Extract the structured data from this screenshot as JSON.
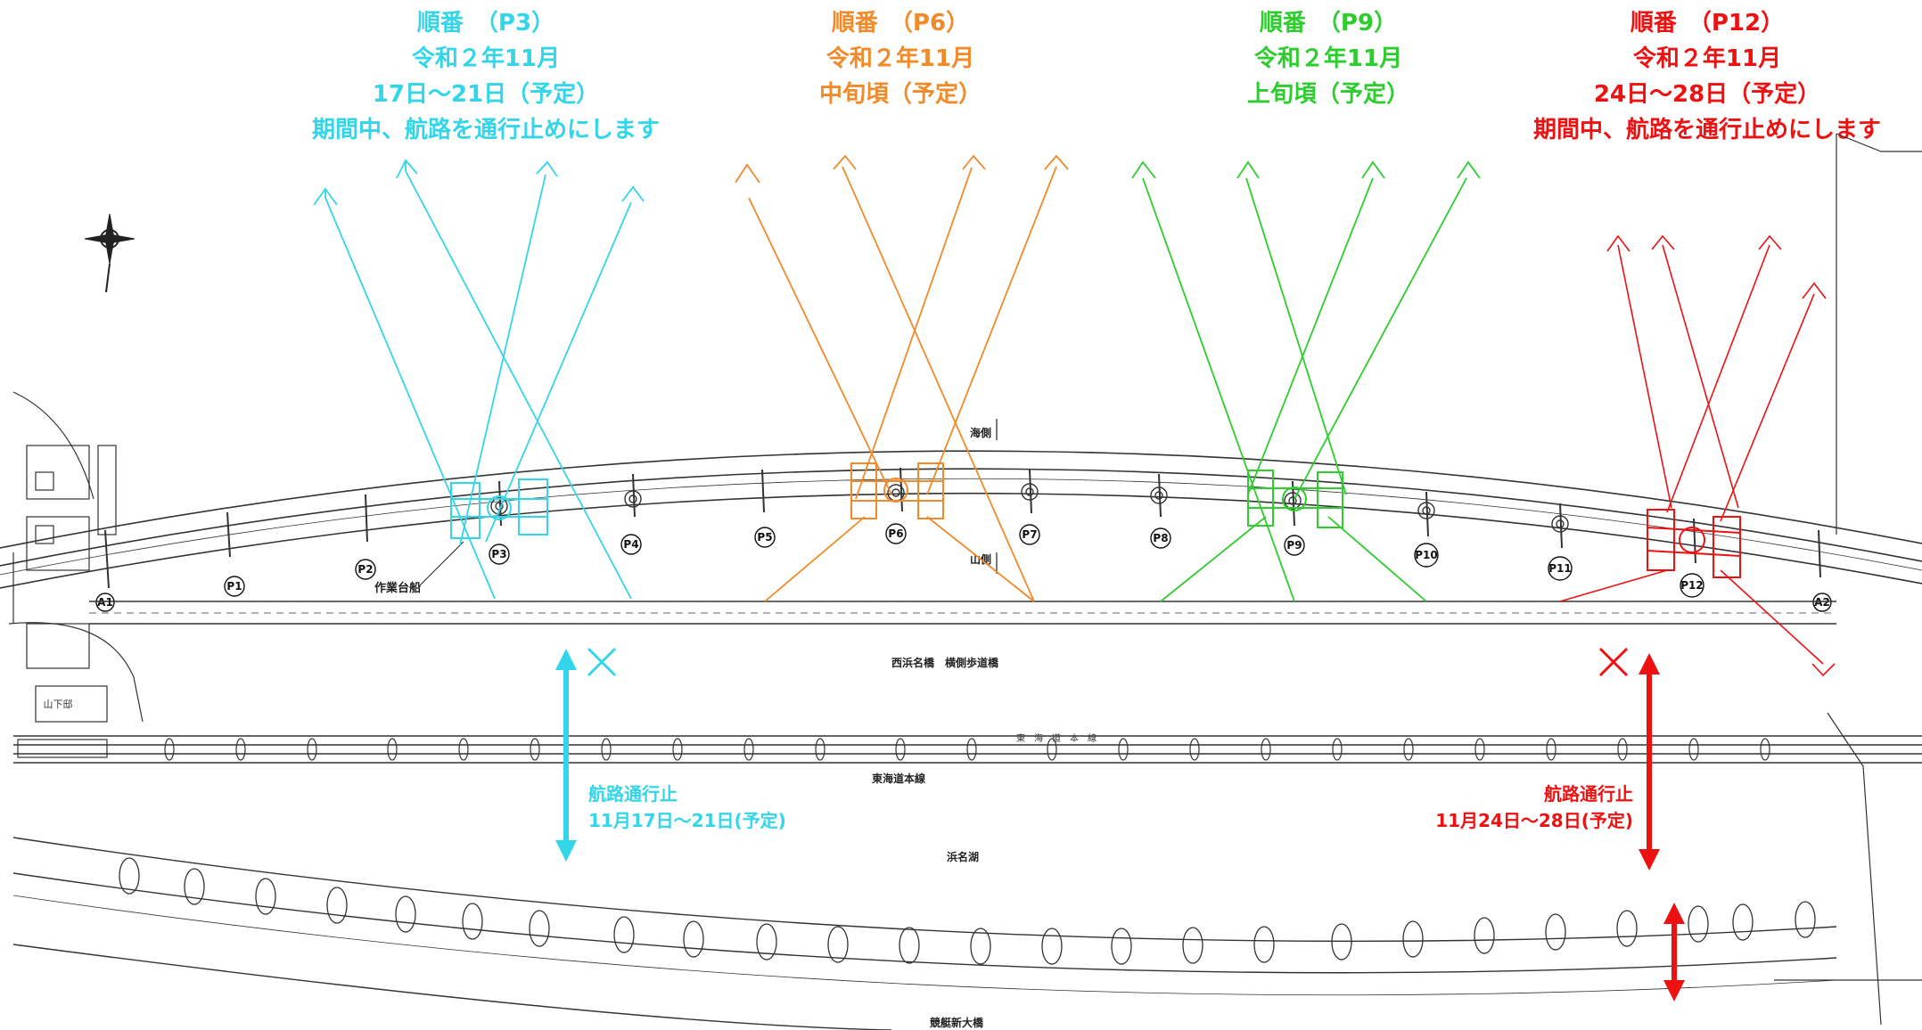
{
  "colors": {
    "p3": "#33d6e8",
    "p6": "#f08a2a",
    "p9": "#2ecc2e",
    "p12": "#ee1111",
    "line": "#222222",
    "background": "#ffffff"
  },
  "schedule": [
    {
      "order": "順番　（P3）",
      "date": "令和２年11月",
      "period": "17日～21日（予定）",
      "note": "期間中、航路を通行止めにします"
    },
    {
      "order": "順番　（P6）",
      "date": "令和２年11月",
      "period": "中旬頃（予定）"
    },
    {
      "order": "順番　（P9）",
      "date": "令和２年11月",
      "period": "上旬頃（予定）"
    },
    {
      "order": "順番　（P12）",
      "date": "令和２年11月",
      "period": "24日～28日（予定）",
      "note": "期間中、航路を通行止めにします"
    }
  ],
  "closures": {
    "left": {
      "title": "航路通行止",
      "period": "11月17日～21日(予定)"
    },
    "right": {
      "title": "航路通行止",
      "period": "11月24日～28日(予定)"
    }
  },
  "piers": [
    "P1",
    "P2",
    "P3",
    "P4",
    "P5",
    "P6",
    "P7",
    "P8",
    "P9",
    "P10",
    "P11",
    "P12"
  ],
  "abutments": [
    "A1",
    "A2"
  ],
  "labels": {
    "sea_side": "海側",
    "mountain_side": "山側",
    "work_barge": "作業台船",
    "bridge_name": "西浜名橋　横側歩道橋",
    "railway": "東海道本線",
    "lake": "浜名湖",
    "new_bridge": "競艇新大橋",
    "railway_short": "東　海　道　本　線",
    "building": "山下邸"
  }
}
